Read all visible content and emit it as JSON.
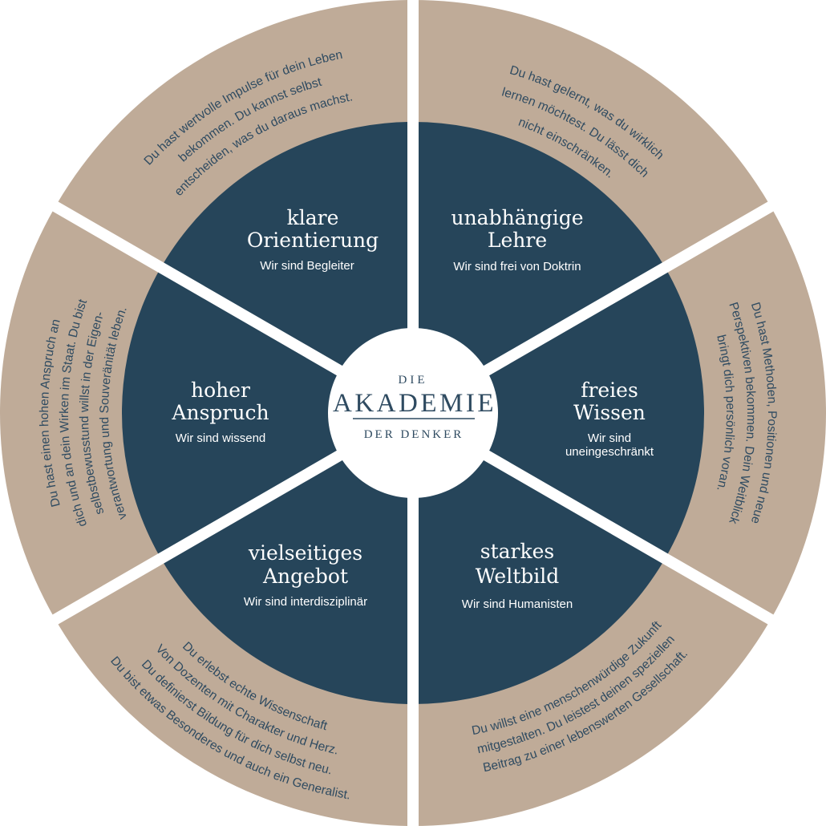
{
  "colors": {
    "ring": "#bfab98",
    "core": "#26455a",
    "text": "#2f4b61",
    "gap": "#ffffff"
  },
  "logo": {
    "line1": "DIE",
    "line2": "AKADEMIE",
    "line3": "DER DENKER"
  },
  "segments": [
    {
      "id": "top-left",
      "title": [
        "klare",
        "Orientierung"
      ],
      "subtitle": [
        "Wir sind Begleiter"
      ],
      "description": [
        "Du hast wertvolle Impulse für dein Leben",
        "bekommen. Du kannst selbst",
        "entscheiden, was du daraus machst."
      ]
    },
    {
      "id": "top-right",
      "title": [
        "unabhängige",
        "Lehre"
      ],
      "subtitle": [
        "Wir sind frei von Doktrin"
      ],
      "description": [
        "Du hast gelernt, was du wirklich",
        "lernen möchtest. Du lässt dich",
        "nicht einschränken."
      ]
    },
    {
      "id": "right",
      "title": [
        "freies",
        "Wissen"
      ],
      "subtitle": [
        "Wir sind",
        "uneingeschränkt"
      ],
      "description": [
        "Du hast Methoden, Positionen und neue",
        "Perspektiven bekommen. Dein Weitblick",
        "bringt dich persönlich voran."
      ]
    },
    {
      "id": "bottom-right",
      "title": [
        "starkes",
        "Weltbild"
      ],
      "subtitle": [
        "Wir sind Humanisten"
      ],
      "description": [
        "Du willst eine menschenwürdige Zukunft",
        "mitgestalten. Du leistest deinen speziellen",
        "Beitrag zu einer lebenswerten Gesellschaft."
      ]
    },
    {
      "id": "bottom-left",
      "title": [
        "vielseitiges",
        "Angebot"
      ],
      "subtitle": [
        "Wir sind interdisziplinär"
      ],
      "description": [
        "Du erlebst echte Wissenschaft",
        "Von Dozenten mit Charakter und Herz.",
        "Du definierst Bildung für dich selbst neu.",
        "Du bist etwas Besonderes und auch ein Generalist."
      ]
    },
    {
      "id": "left",
      "title": [
        "hoher",
        "Anspruch"
      ],
      "subtitle": [
        "Wir sind wissend"
      ],
      "description": [
        "Du hast einen hohen Anspruch an",
        "dich und an dein Wirken im Staat. Du bist",
        "selbstbewusstund willst in der Eigen-",
        "verantwortung und Souveränität leben."
      ]
    }
  ]
}
